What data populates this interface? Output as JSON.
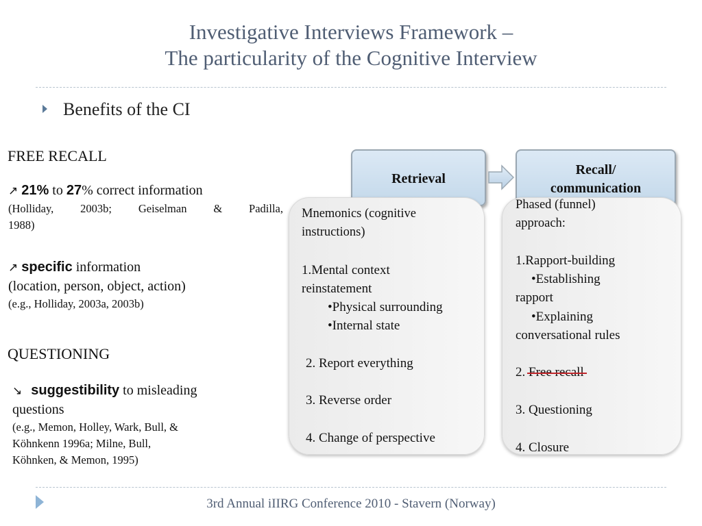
{
  "title": {
    "line1": "Investigative Interviews Framework –",
    "line2": "The particularity of the Cognitive Interview"
  },
  "bullet": "Benefits of the CI",
  "left": {
    "free_recall": {
      "heading": "FREE RECALL",
      "arrow_up": "↗",
      "pct_start": "21%",
      "to_word": " to ",
      "pct_end": "27",
      "pct_rest": "% correct information",
      "cite1_line1": "(Holliday, 2003b; Geiselman & Padilla,",
      "cite1_line2": "1988)",
      "specific": "specific",
      "specific_rest": " information",
      "examples": "(location, person, object, action)",
      "cite2": "(e.g., Holliday, 2003a, 2003b)"
    },
    "questioning": {
      "heading": "QUESTIONING",
      "arrow_down": "↘",
      "suggestibility": "suggestibility",
      "sugg_rest": " to misleading",
      "line2": "questions",
      "cite_line1": "(e.g., Memon, Holley, Wark, Bull, &",
      "cite_line2": "Köhnkenn 1996a; Milne, Bull,",
      "cite_line3": "Köhnken, & Memon, 1995)"
    }
  },
  "boxes": {
    "retrieval": "Retrieval",
    "recall_line1": "Recall/",
    "recall_line2": "communication"
  },
  "mnemonics": {
    "title_line1": "Mnemonics (cognitive",
    "title_line2": "instructions)",
    "item1_line1": "1.Mental context",
    "item1_line2": "reinstatement",
    "sub1": "Physical surrounding",
    "sub2": "Internal state",
    "item2": "2.  Report everything",
    "item3": "3.  Reverse order",
    "item4": "4.  Change of perspective"
  },
  "phased": {
    "title_line1": " Phased (funnel)",
    "title_line2": "approach:",
    "item1": "1.Rapport-building",
    "sub1_line1": "Establishing",
    "sub1_line2": "rapport",
    "sub2_line1": "Explaining",
    "sub2_line2": "conversational rules",
    "item2_num": "2.  ",
    "item2_text": "Free recall",
    "item3": "3.  Questioning",
    "item4": "4.  Closure"
  },
  "footer": "3rd Annual iIIRG Conference 2010 - Stavern (Norway)",
  "colors": {
    "title": "#4f5d73",
    "rule": "#b7c4cf",
    "box_fill": "#c3d8ea",
    "strike": "#c0262b"
  }
}
